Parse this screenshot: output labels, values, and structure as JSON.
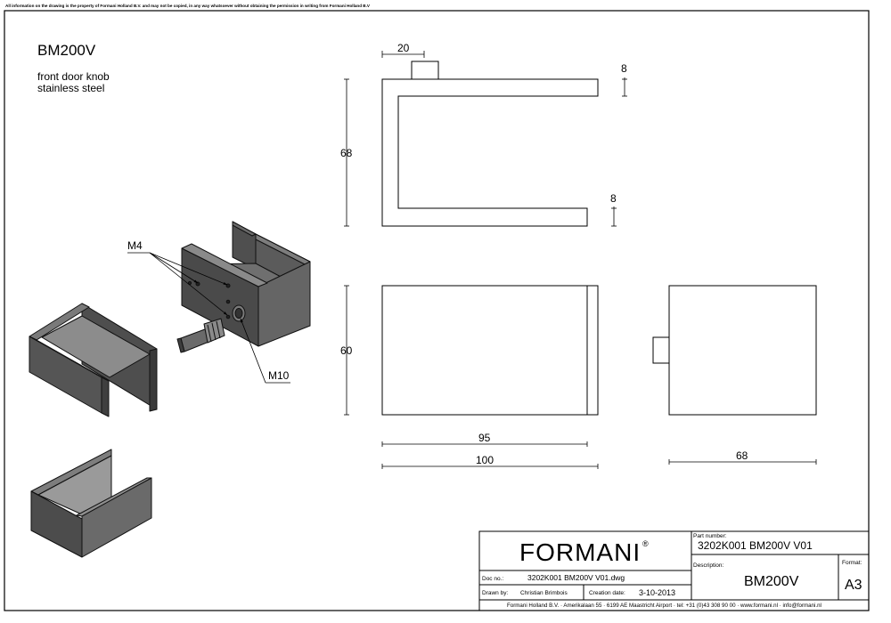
{
  "disclaimer": "All information on the drawing is the property of Formani Holland B.V. and may not be copied, in any way whatsoever without obtaining the permission in writing from Formani Holland B.V",
  "product": {
    "code": "BM200V",
    "description_line1": "front door knob",
    "description_line2": "stainless steel"
  },
  "callouts": {
    "m4": "M4",
    "m10": "M10"
  },
  "dimensions": {
    "top_width": "20",
    "flange_top": "8",
    "height_side": "68",
    "flange_bottom": "8",
    "front_height": "60",
    "length_inner": "95",
    "length_total": "100",
    "side_width": "68"
  },
  "title_block": {
    "brand": "FORMANI",
    "brand_mark": "®",
    "part_number_label": "Part number:",
    "part_number": "3202K001 BM200V V01",
    "description_label": "Description:",
    "description": "BM200V",
    "format_label": "Format:",
    "format": "A3",
    "doc_no_label": "Doc no.:",
    "doc_no": "3202K001 BM200V V01.dwg",
    "drawn_by_label": "Drawn by:",
    "drawn_by": "Christian Brimbois",
    "creation_date_label": "Creation date:",
    "creation_date": "3-10-2013",
    "footer": "Formani Holland B.V. · Amerikalaan 55 · 6199 AE Maastricht Airport · tel: +31 (0)43 308 90 00 · www.formani.nl · info@formani.nl"
  }
}
